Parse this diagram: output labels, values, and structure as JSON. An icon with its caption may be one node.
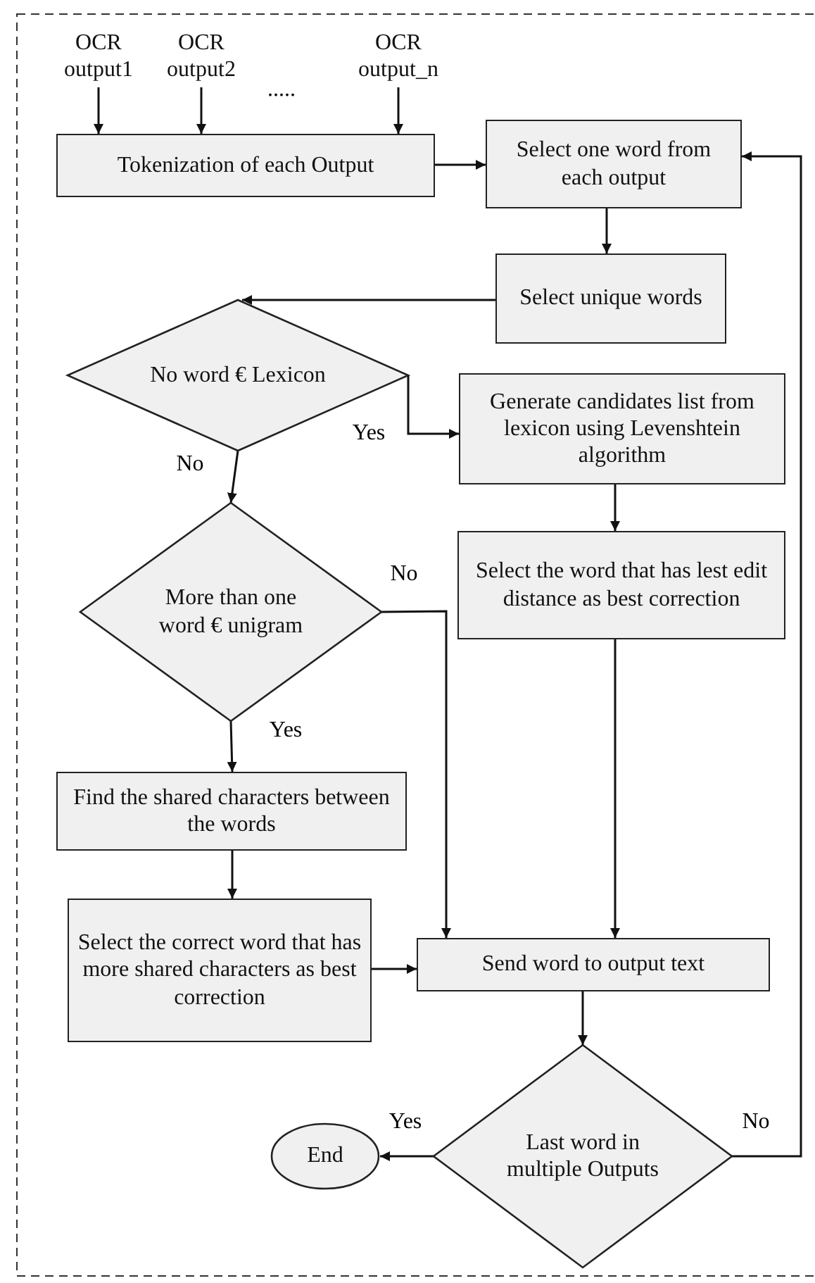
{
  "diagram": {
    "nodes": [
      {
        "text": [
          "OCR output1"
        ]
      },
      {
        "text": [
          "OCR output2"
        ]
      },
      {
        "text": [
          "OCR output_n"
        ]
      },
      {
        "text": [
          "Tokenization of each Output"
        ]
      },
      {
        "text": [
          "Select one word from each output"
        ]
      },
      {
        "text": [
          "Select unique words"
        ]
      },
      {
        "text": [
          "No word € Lexicon"
        ]
      },
      {
        "text": [
          "Generate candidates list from lexicon using Levenshtein algorithm"
        ]
      },
      {
        "text": [
          "More than one word € unigram"
        ]
      },
      {
        "text": [
          "Select the word that has lest edit distance as best correction"
        ]
      },
      {
        "text": [
          "Find the shared characters between the words"
        ]
      },
      {
        "text": [
          "Select the correct word that has more shared characters as best correction"
        ]
      },
      {
        "text": [
          "Send word to output text"
        ]
      },
      {
        "text": [
          "Last word in multiple Outputs"
        ]
      },
      {
        "text": [
          "End"
        ]
      }
    ],
    "edges": [
      {
        "from": 0,
        "to": 3,
        "arrow": "to"
      },
      {
        "from": 1,
        "to": 3,
        "arrow": "to"
      },
      {
        "from": 2,
        "to": 3,
        "arrow": "to"
      },
      {
        "from": 3,
        "to": 4,
        "arrow": "to"
      },
      {
        "from": 4,
        "to": 5,
        "arrow": "to"
      },
      {
        "from": 5,
        "to": 6,
        "arrow": "to"
      },
      {
        "from": 6,
        "to": 7,
        "arrow": "to",
        "label": "Yes"
      },
      {
        "from": 6,
        "to": 8,
        "arrow": "to",
        "label": "No"
      },
      {
        "from": 8,
        "to": 12,
        "arrow": "to",
        "label": "No"
      },
      {
        "from": 8,
        "to": 10,
        "arrow": "to",
        "label": "Yes"
      },
      {
        "from": 10,
        "to": 11,
        "arrow": "to"
      },
      {
        "from": 11,
        "to": 12,
        "arrow": "to"
      },
      {
        "from": 7,
        "to": 9,
        "arrow": "to"
      },
      {
        "from": 9,
        "to": 12,
        "arrow": "to"
      },
      {
        "from": 12,
        "to": 13,
        "arrow": "to"
      },
      {
        "from": 13,
        "to": 14,
        "arrow": "to",
        "label": "Yes"
      },
      {
        "from": 13,
        "to": 4,
        "arrow": "to",
        "label": "No"
      }
    ],
    "labels": [
      "....."
    ]
  }
}
